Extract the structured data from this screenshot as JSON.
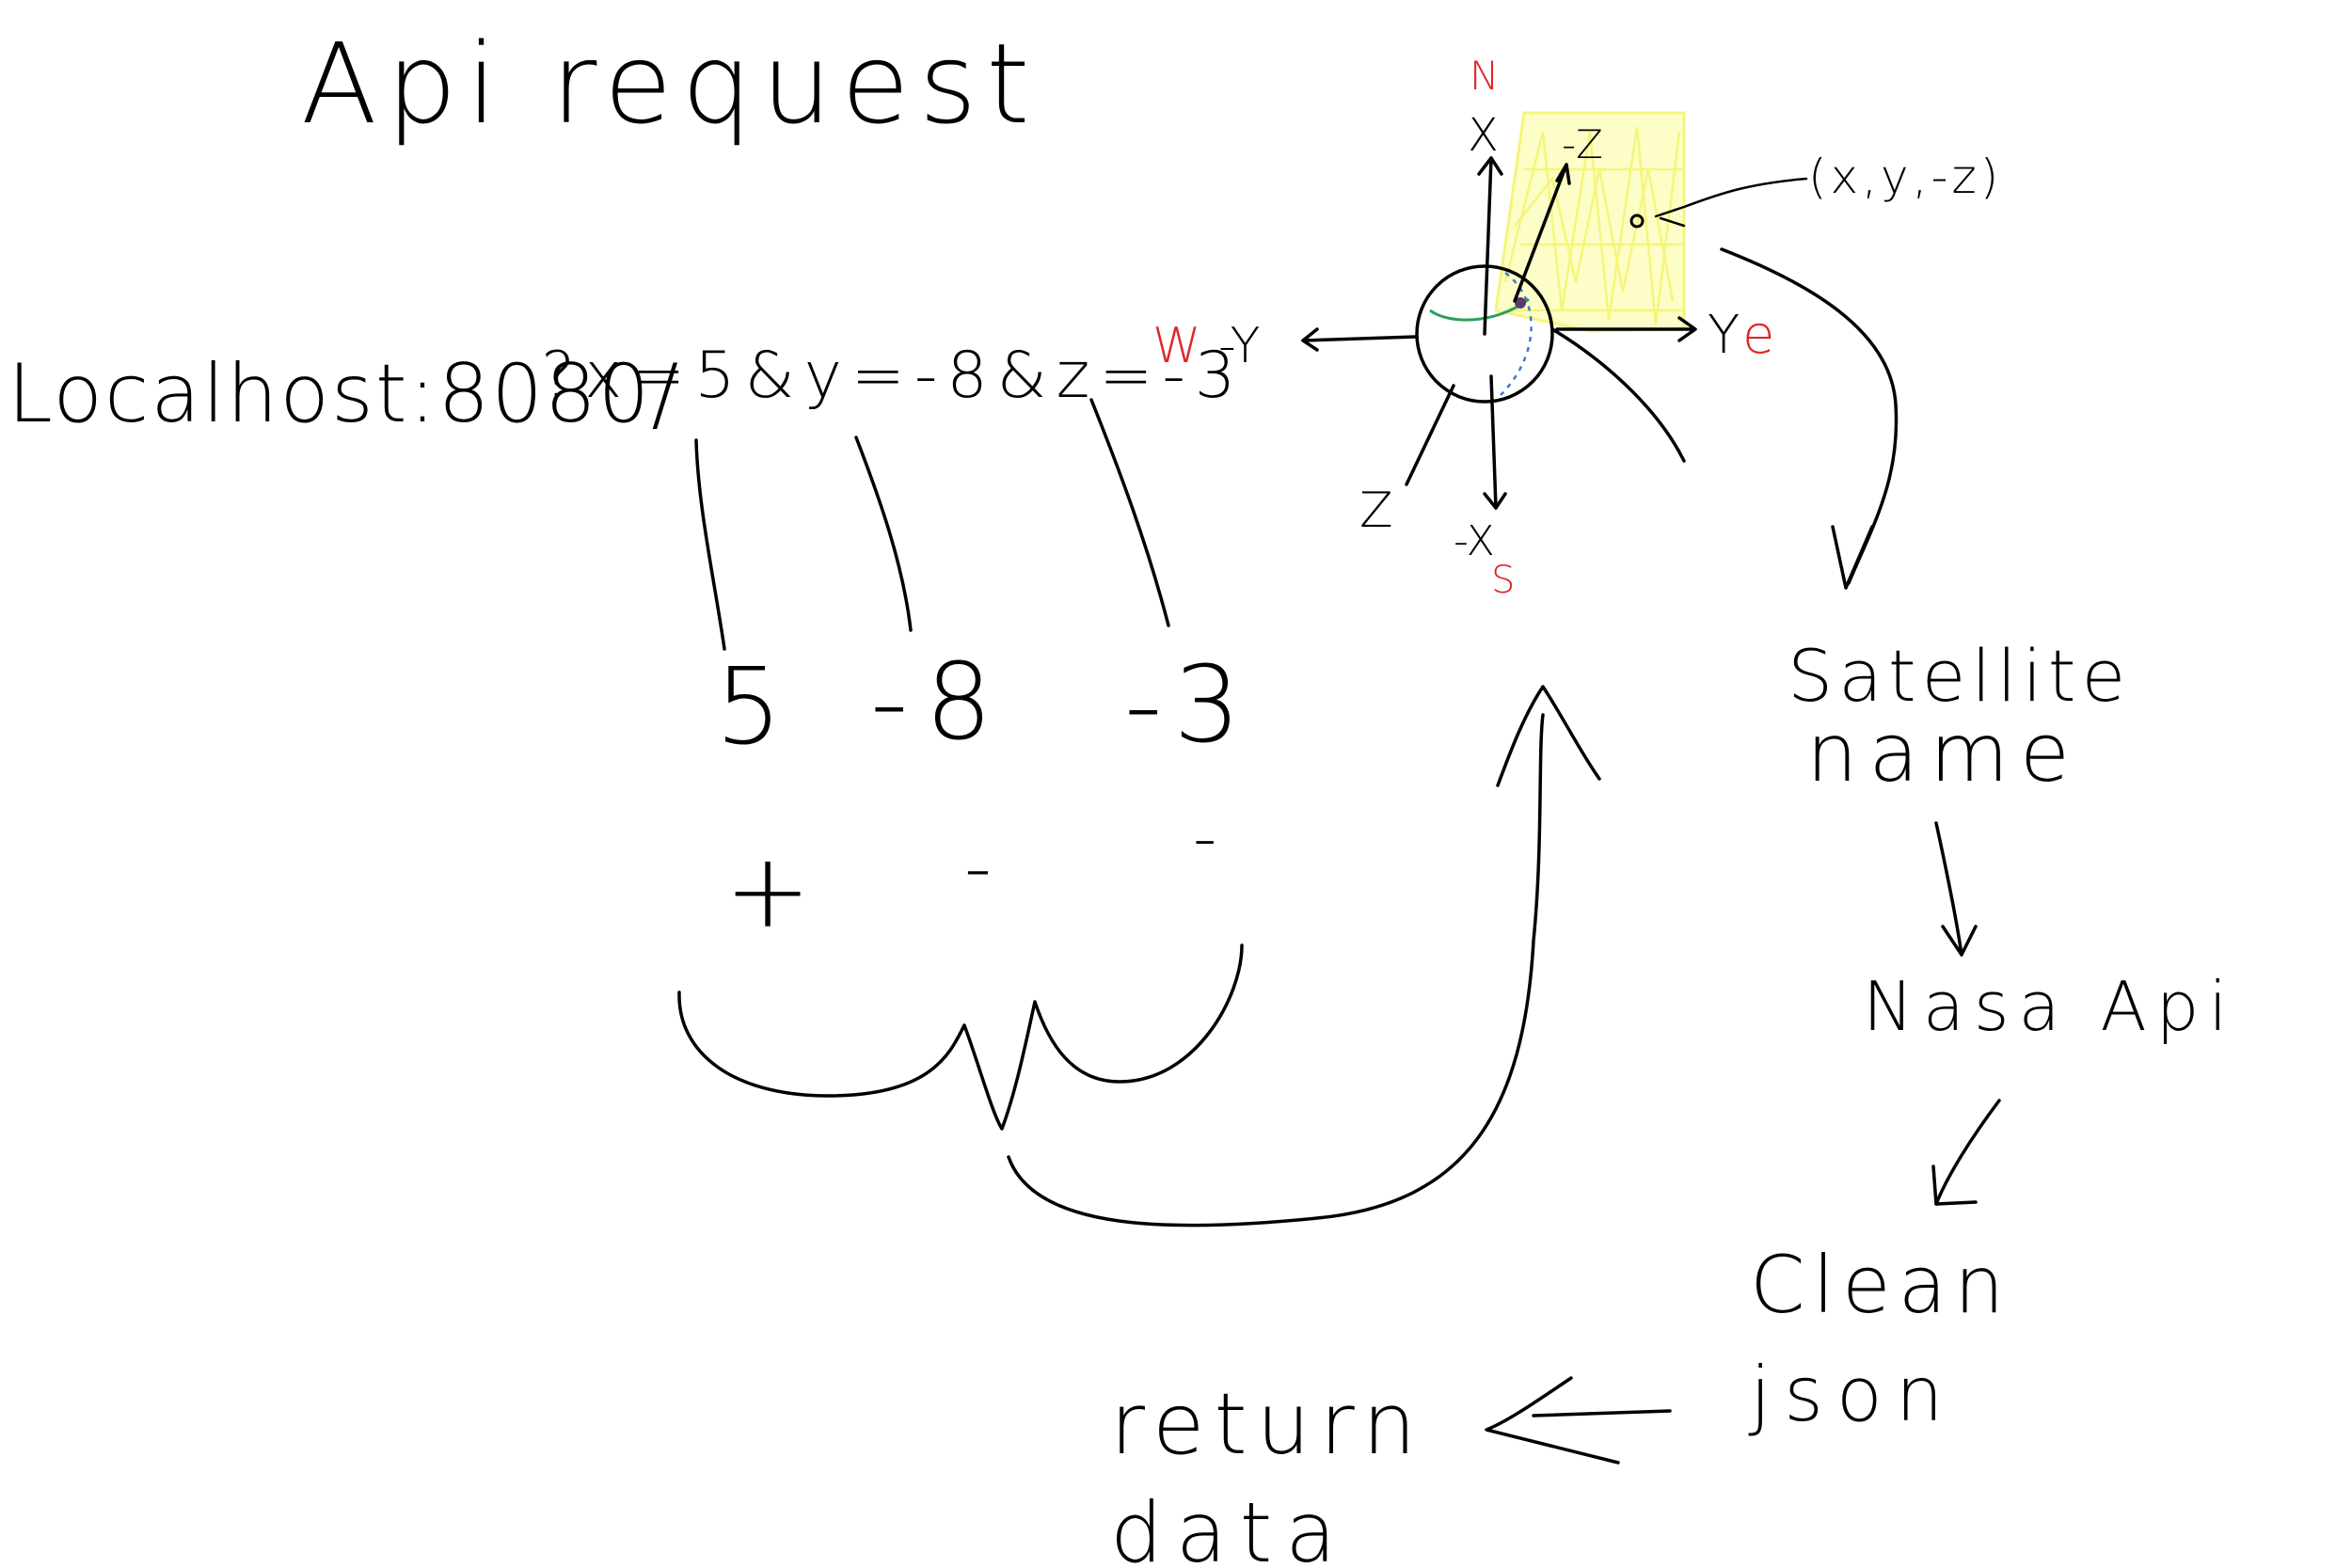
{
  "title": "Api request",
  "url": {
    "host": "Localhost:8080/",
    "query": "?x=5&y=-8&z=-3"
  },
  "params": {
    "x": "5",
    "y": "-8",
    "z": "-3"
  },
  "signs": {
    "x": "+",
    "y": "-",
    "z": "-"
  },
  "axes": {
    "north": "N",
    "south": "S",
    "west": "W",
    "east": "e",
    "x_pos": "X",
    "x_neg": "-X",
    "y_pos": "Y",
    "y_neg": "-Y",
    "z_pos": "Z",
    "z_neg": "-Z",
    "point": "(x,y,-z)"
  },
  "flow": {
    "step1_line1": "Satellite",
    "step1_line2": "name",
    "step2": "Nasa Api",
    "step3_line1": "Clean",
    "step3_line2": "json",
    "step4_line1": "return",
    "step4_line2": "data"
  },
  "colors": {
    "ink": "#000000",
    "compass": "#e0262b",
    "highlight": "#f5f57a",
    "equator": "#2e9e5b",
    "dashed": "#3a7bd5"
  }
}
